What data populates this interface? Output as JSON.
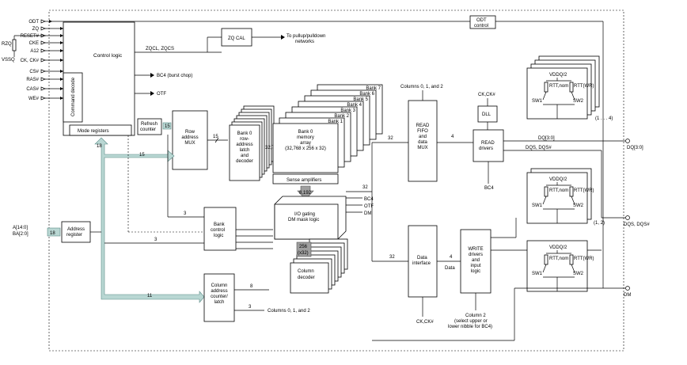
{
  "pins_left": [
    "ODT",
    "ZQ",
    "RESET#",
    "CKE",
    "A12",
    "CK, CK#",
    "CS#",
    "RAS#",
    "CAS#",
    "WE#"
  ],
  "rzq_label": "RZQ",
  "vssq_label": "VSSQ",
  "addr_pins": [
    "A[14:0]",
    "BA[2:0]"
  ],
  "blocks": {
    "control_logic": "Control logic",
    "command_decode": "Command decode",
    "mode_registers": "Mode registers",
    "zq_cal": "ZQ CAL",
    "odt_control": [
      "ODT",
      "control"
    ],
    "refresh_counter": [
      "Refresh",
      "counter"
    ],
    "row_mux": [
      "Row",
      "address",
      "MUX"
    ],
    "row_latch": [
      "Bank 0",
      "row-",
      "address",
      "latch",
      "and",
      "decoder"
    ],
    "memory_array": [
      "Bank 0",
      "memory",
      "array",
      "(32,768 x 256 x 32)"
    ],
    "sense_amps": "Sense amplifiers",
    "io_gating": [
      "I/O gating",
      "DM mask logic"
    ],
    "bank_control": [
      "Bank",
      "control",
      "logic"
    ],
    "address_register": [
      "Address",
      "register"
    ],
    "column_counter": [
      "Column",
      "address",
      "counter/",
      "latch"
    ],
    "column_decoder": [
      "Column",
      "decoder"
    ],
    "read_fifo": [
      "READ",
      "FIFO",
      "and",
      "data",
      "MUX"
    ],
    "dll": "DLL",
    "read_drivers": [
      "READ",
      "drivers"
    ],
    "data_interface": [
      "Data",
      "interface"
    ],
    "write_drivers": [
      "WRITE",
      "drivers",
      "and",
      "input",
      "logic"
    ]
  },
  "bank_stack": [
    "Bank 7",
    "Bank 6",
    "Bank 5",
    "Bank 4",
    "Bank 3",
    "Bank 2",
    "Bank 1"
  ],
  "labels": {
    "zqcl": "ZQCL, ZQCS",
    "pullup": [
      "To pullup/pulldown",
      "networks"
    ],
    "bc4_burst": "BC4 (burst chop)",
    "otf": "OTF",
    "cols_012_top": "Columns 0, 1, and 2",
    "cols_012_bottom": "Columns 0, 1, and 2",
    "ck_dll": "CK,CK#",
    "ck_data": "CK,CK#",
    "bc4_read": "BC4",
    "bc4_io": "BC4",
    "otf_io": "OTF",
    "dm_io": "DM",
    "dq_bus": "DQ[3:0]",
    "dqs_bus": "DQS, DQS#",
    "dq_pin": "DQ[3:0]",
    "dqs_pin": "DQS, DQS#",
    "dm_pin": "DM",
    "data": "Data",
    "rows": "32,768",
    "cols256": "256",
    "colsx32": "(x32)",
    "io_8192": "8,192",
    "vddq": "VDDQ/2",
    "rtt_nom": "RTT,nom",
    "rtt_wr": "RTT(WR)",
    "sw1": "SW1",
    "sw2": "SW2",
    "range14": "(1 . . . 4)",
    "range12": "(1, 2)",
    "column2": [
      "Column 2",
      "(select upper or",
      "lower nibble for BC4)"
    ]
  },
  "bus_widths": {
    "w18": "18",
    "w15a": "15",
    "w15b": "15",
    "w15c": "15",
    "w11": "11",
    "w3a": "3",
    "w3b": "3",
    "w3c": "3",
    "w8": "8",
    "w32a": "32",
    "w32b": "32",
    "w32c": "32",
    "w4a": "4",
    "w4b": "4",
    "w18addr": "18"
  },
  "colors": {
    "bus": "#b9d7d3",
    "gray": "#9e9e9e"
  }
}
